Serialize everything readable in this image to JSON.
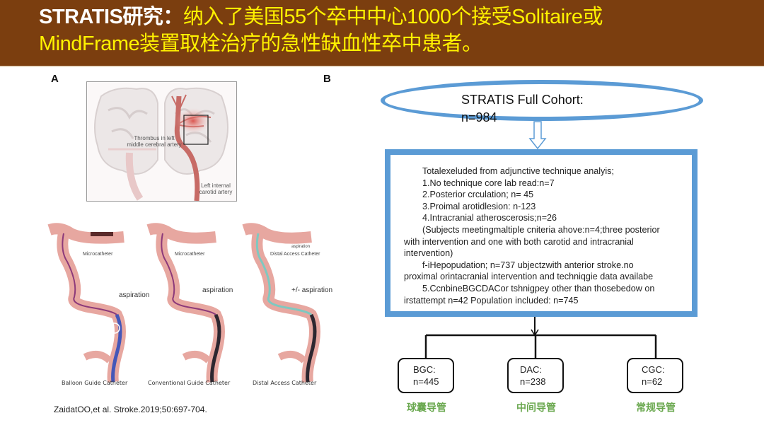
{
  "header": {
    "line1_prefix": "STRATIS研究：",
    "line1_rest": "纳入了美国55个卒中中心1000个接受Solitaire或",
    "line2": "MindFrame装置取栓治疗的急性缺血性卒中患者。",
    "background_color": "#7b3e0f",
    "highlight_color": "#fff200"
  },
  "panel_a": {
    "label": "A",
    "brain_figure": {
      "thrombus_label_1": "Thrombus in left",
      "thrombus_label_2": "middle cerebral artery",
      "carotid_label_1": "Left internal",
      "carotid_label_2": "carotid artery"
    },
    "catheters": [
      {
        "caption": "Balloon Guide Catheter",
        "pointer_label": "Microcatheter",
        "aspiration_label": "aspiration"
      },
      {
        "caption": "Conventional Guide Catheter",
        "pointer_label": "Microcatheter",
        "aspiration_label": "aspiration"
      },
      {
        "caption": "Distal Access Catheter",
        "pointer_label": "Distal Access Catheter",
        "aspiration_label": "+/- aspiration",
        "top_label": "aspiration"
      }
    ]
  },
  "citation": "ZaidatOO,et al. Stroke.2019;50:697-704.",
  "panel_b": {
    "label": "B",
    "cohort": {
      "title": "STRATIS Full Cohort:",
      "n": "n=984"
    },
    "exclusions": {
      "lines": [
        {
          "text": "Totalexeluded from adjunctive technique analyis;",
          "indent": true
        },
        {
          "text": "1.No technique core lab read:n=7",
          "indent": true
        },
        {
          "text": "2.Posterior crculation; n= 45",
          "indent": true
        },
        {
          "text": "3.Proimal arotidlesion: n-123",
          "indent": true
        },
        {
          "text": "4.Intracranial atheroscerosis;n=26",
          "indent": true
        },
        {
          "text": "(Subjects meetingmaltiple cniteria ahove:n=4;three posterior",
          "indent": true
        },
        {
          "text": "with intervention and one with both carotid and intracranial",
          "indent": false
        },
        {
          "text": "intervention)",
          "indent": false
        },
        {
          "text": "f-iHepopudation; n=737 ubjectzwith anterior stroke.no",
          "indent": true
        },
        {
          "text": "proximal orintacranial intervention and techniqgie data availabe",
          "indent": false
        },
        {
          "text": "5.CcnbineBGCDACor tshnigpey other than thosebedow on",
          "indent": true
        },
        {
          "text": "irstattempt n=42 Population included: n=745",
          "indent": false
        }
      ]
    },
    "groups": [
      {
        "name": "BGC:",
        "n": "n=445",
        "label_cn": "球囊导管"
      },
      {
        "name": "DAC:",
        "n": "n=238",
        "label_cn": "中间导管"
      },
      {
        "name": "CGC:",
        "n": "n=62",
        "label_cn": "常规导管"
      }
    ],
    "border_color": "#5b9bd5",
    "label_color": "#6aa84f"
  }
}
